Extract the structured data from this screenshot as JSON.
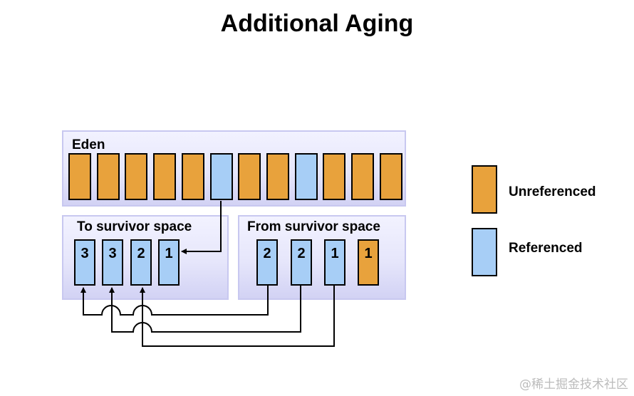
{
  "title": "Additional Aging",
  "eden": {
    "label": "Eden",
    "cells": [
      "unreferenced",
      "unreferenced",
      "unreferenced",
      "unreferenced",
      "unreferenced",
      "referenced",
      "unreferenced",
      "unreferenced",
      "referenced",
      "unreferenced",
      "unreferenced",
      "unreferenced"
    ]
  },
  "to_survivor": {
    "label": "To survivor  space",
    "cells": [
      {
        "age": "3",
        "state": "referenced"
      },
      {
        "age": "3",
        "state": "referenced"
      },
      {
        "age": "2",
        "state": "referenced"
      },
      {
        "age": "1",
        "state": "referenced"
      }
    ]
  },
  "from_survivor": {
    "label": "From survivor  space",
    "cells": [
      {
        "age": "2",
        "state": "referenced"
      },
      {
        "age": "2",
        "state": "referenced"
      },
      {
        "age": "1",
        "state": "referenced"
      },
      {
        "age": "1",
        "state": "unreferenced"
      }
    ]
  },
  "legend": {
    "unreferenced_label": "Unreferenced",
    "referenced_label": "Referenced"
  },
  "colors": {
    "unreferenced": "#e8a23c",
    "referenced": "#a7cef6",
    "panel_border": "#c8c8f0"
  },
  "watermark": "@稀土掘金技术社区"
}
